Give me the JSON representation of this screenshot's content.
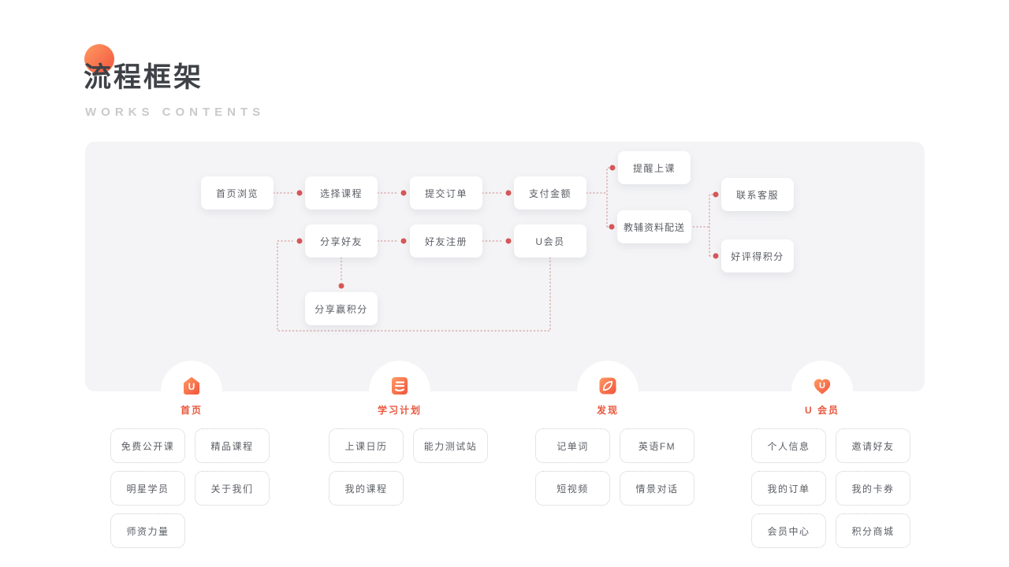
{
  "header": {
    "title": "流程框架",
    "subtitle": "WORKS CONTENTS"
  },
  "palette": {
    "accent_gradient_start": "#ff9a62",
    "accent_gradient_end": "#f2543d",
    "panel_bg": "#f4f4f6",
    "connector_pink": "#d9a8a8",
    "dot_red": "#d65757",
    "node_text": "#5b5e64",
    "tab_label_red": "#e9583e",
    "subtitle_gray": "#c9cacc",
    "dotted_border_gray": "#c9cacd"
  },
  "flow": {
    "nodes": [
      {
        "id": "browse-home",
        "label": "首页浏览"
      },
      {
        "id": "choose-course",
        "label": "选择课程"
      },
      {
        "id": "submit-order",
        "label": "提交订单"
      },
      {
        "id": "pay-amount",
        "label": "支付金额"
      },
      {
        "id": "class-reminder",
        "label": "提醒上课"
      },
      {
        "id": "material-delivery",
        "label": "教辅资料配送"
      },
      {
        "id": "contact-support",
        "label": "联系客服"
      },
      {
        "id": "review-points",
        "label": "好评得积分"
      },
      {
        "id": "share-friends",
        "label": "分享好友"
      },
      {
        "id": "friend-register",
        "label": "好友注册"
      },
      {
        "id": "u-member",
        "label": "U会员"
      },
      {
        "id": "share-win-points",
        "label": "分享赢积分"
      }
    ]
  },
  "sections": [
    {
      "label": "首页",
      "icon": "home-u-icon",
      "items": [
        "免费公开课",
        "精品课程",
        "明星学员",
        "关于我们",
        "师资力量"
      ]
    },
    {
      "label": "学习计划",
      "icon": "notebook-icon",
      "items": [
        "上课日历",
        "能力测试站",
        "我的课程"
      ]
    },
    {
      "label": "发现",
      "icon": "compass-icon",
      "items": [
        "记单词",
        "英语FM",
        "短视频",
        "情景对话"
      ]
    },
    {
      "label": "U 会员",
      "icon": "heart-u-icon",
      "items": [
        "个人信息",
        "邀请好友",
        "我的订单",
        "我的卡券",
        "会员中心",
        "积分商城"
      ]
    }
  ]
}
